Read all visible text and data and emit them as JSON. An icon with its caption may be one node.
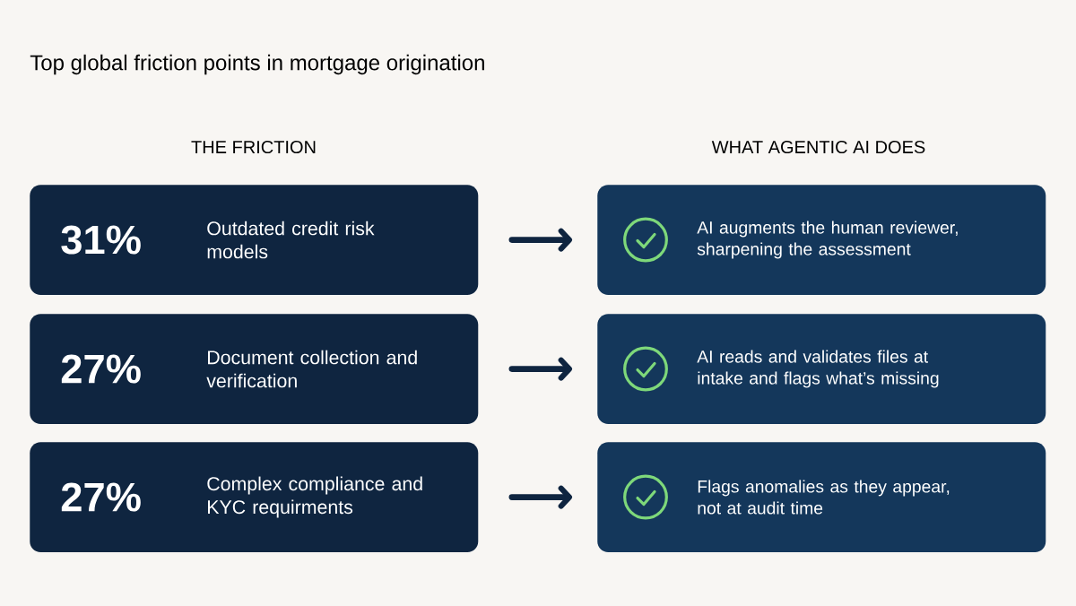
{
  "diagram": {
    "title": "Top global friction points in mortgage origination",
    "nodes": [
      {
        "text": [
          "31%",
          "Outdated credit risk models"
        ]
      },
      {
        "text": [
          "27%",
          "Document collection and verification"
        ]
      },
      {
        "text": [
          "27%",
          "Complex compliance and KYC requirments"
        ]
      },
      {
        "text": [
          "AI augments the human reviewer, sharpening the assessment"
        ]
      },
      {
        "text": [
          "AI reads and validates files at intake and flags what’s missing"
        ]
      },
      {
        "text": [
          "Flags anomalies as they appear, not at audit time"
        ]
      }
    ],
    "edges": [
      {
        "from": 0,
        "to": 3,
        "arrow": "to"
      },
      {
        "from": 1,
        "to": 4,
        "arrow": "to"
      },
      {
        "from": 2,
        "to": 5,
        "arrow": "to"
      }
    ],
    "labels": [
      "THE FRICTION",
      "WHAT AGENTIC AI DOES"
    ]
  }
}
